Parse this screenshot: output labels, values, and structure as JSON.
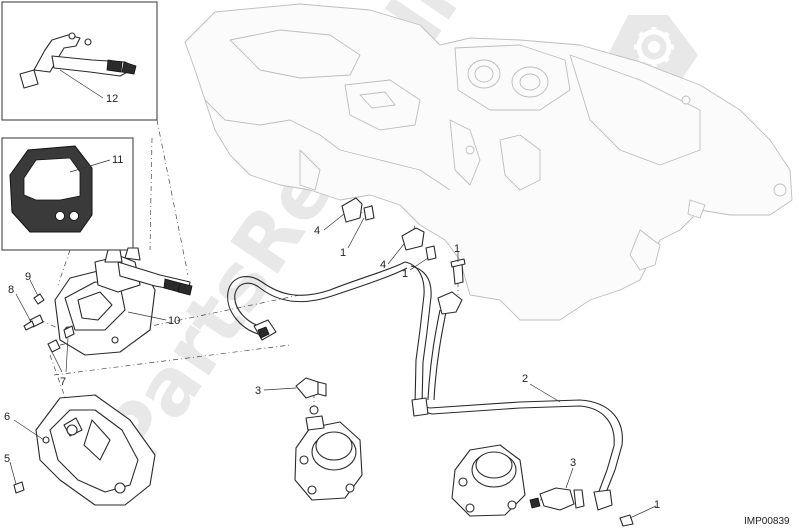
{
  "diagram": {
    "watermark_text": "PartsRepublik",
    "watermark_icon": "gear-icon",
    "drawing_code": "IMP00839",
    "callouts": [
      {
        "id": "c12",
        "text": "12"
      },
      {
        "id": "c11",
        "text": "11"
      },
      {
        "id": "c9",
        "text": "9"
      },
      {
        "id": "c8",
        "text": "8"
      },
      {
        "id": "c10",
        "text": "10"
      },
      {
        "id": "c7",
        "text": "7"
      },
      {
        "id": "c6",
        "text": "6"
      },
      {
        "id": "c5",
        "text": "5"
      },
      {
        "id": "c4a",
        "text": "4"
      },
      {
        "id": "c1a",
        "text": "1"
      },
      {
        "id": "c4b",
        "text": "4"
      },
      {
        "id": "c1b",
        "text": "1"
      },
      {
        "id": "c1c",
        "text": "1"
      },
      {
        "id": "c3a",
        "text": "3"
      },
      {
        "id": "c2",
        "text": "2"
      },
      {
        "id": "c3b",
        "text": "3"
      },
      {
        "id": "c1d",
        "text": "1"
      }
    ]
  }
}
